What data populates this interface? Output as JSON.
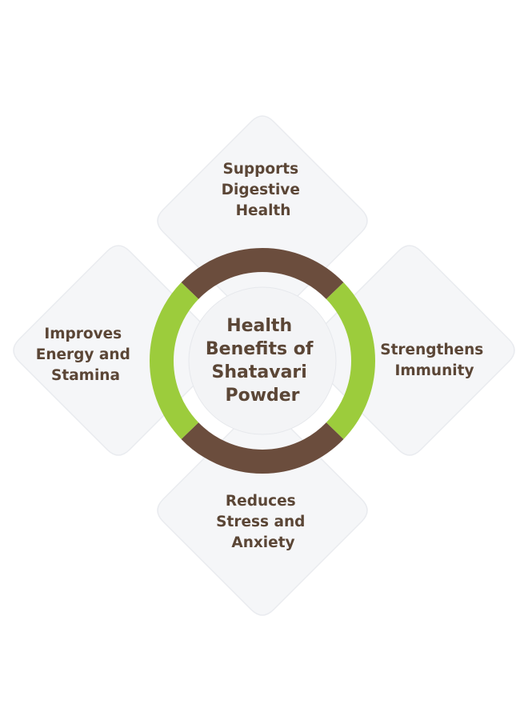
{
  "diagram": {
    "center": {
      "lines": [
        "Health",
        "Benefits of",
        "Shatavari",
        "Powder"
      ]
    },
    "petals": {
      "top": {
        "lines": [
          "Supports",
          "Digestive",
          "Health"
        ]
      },
      "right": {
        "lines": [
          "Strengthens",
          "Immunity"
        ]
      },
      "bottom": {
        "lines": [
          "Reduces",
          "Stress and",
          "Anxiety"
        ]
      },
      "left": {
        "lines": [
          "Improves",
          "Energy and",
          "Stamina"
        ]
      }
    },
    "colors": {
      "brown": "#6b4d3d",
      "green": "#9ccc3c",
      "text": "#5b4636",
      "petal_fill": "#f5f6f8"
    }
  }
}
